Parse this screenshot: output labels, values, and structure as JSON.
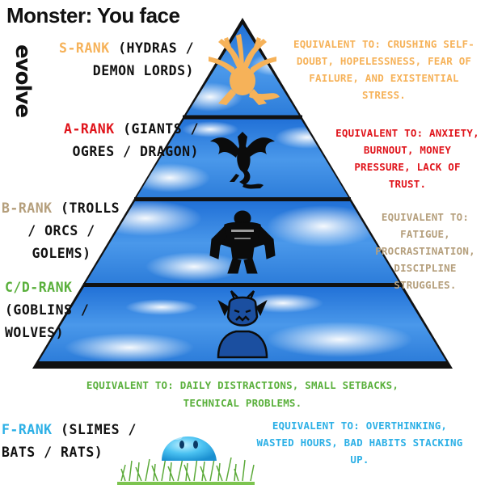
{
  "title": "Monster: You face",
  "logo_text": "evolve",
  "tiers": [
    {
      "rank": "S-RANK",
      "monsters_1": "(HYDRAS /",
      "monsters_2": "DEMON LORDS)",
      "rank_color": "#f6b259",
      "equiv_1": "EQUIVALENT TO: CRUSHING SELF-",
      "equiv_2": "DOUBT, HOPELESSNESS, FEAR OF",
      "equiv_3": "FAILURE, AND EXISTENTIAL",
      "equiv_4": "STRESS.",
      "equiv_color": "#f6b259",
      "icon": "hydra-icon"
    },
    {
      "rank": "A-RANK",
      "monsters_1": "(GIANTS /",
      "monsters_2": "OGRES / DRAGON)",
      "rank_color": "#e0141b",
      "equiv_1": "EQUIVALENT TO: ANXIETY,",
      "equiv_2": "BURNOUT, MONEY",
      "equiv_3": "PRESSURE, LACK OF",
      "equiv_4": "TRUST.",
      "equiv_color": "#e0141b",
      "icon": "dragon-icon"
    },
    {
      "rank": "B-RANK",
      "monsters_1": "(TROLLS",
      "monsters_2": "/ ORCS /",
      "monsters_3": "GOLEMS)",
      "rank_color": "#b59f7c",
      "equiv_1": "EQUIVALENT TO:",
      "equiv_2": "FATIGUE,",
      "equiv_3": "PROCRASTINATION,",
      "equiv_4": "DISCIPLINE",
      "equiv_5": "STRUGGLES.",
      "equiv_color": "#b59f7c",
      "icon": "golem-icon"
    },
    {
      "rank": "C/D-RANK",
      "monsters_1": "(GOBLINS /",
      "monsters_2": "WOLVES)",
      "rank_color": "#5ab03c",
      "equiv_1": "EQUIVALENT TO: DAILY DISTRACTIONS, SMALL SETBACKS,",
      "equiv_2": "TECHNICAL PROBLEMS.",
      "equiv_color": "#5ab03c",
      "icon": "goblin-icon"
    },
    {
      "rank": "F-RANK",
      "monsters_1": "(SLIMES /",
      "monsters_2": "BATS / RATS)",
      "rank_color": "#2db0e6",
      "equiv_1": "EQUIVALENT TO: OVERTHINKING,",
      "equiv_2": "WASTED HOURS, BAD HABITS STACKING",
      "equiv_3": "UP.",
      "equiv_color": "#2db0e6",
      "icon": "slime-icon"
    }
  ]
}
